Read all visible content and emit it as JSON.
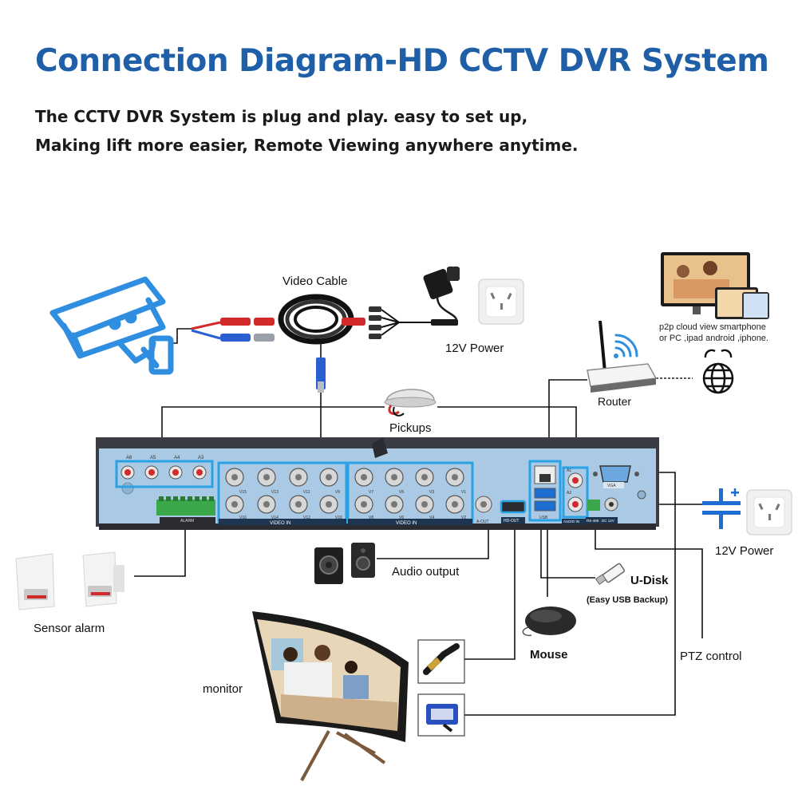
{
  "title": "Connection Diagram-HD CCTV DVR System",
  "subtitle_line1": "The CCTV DVR System is plug and play. easy to set up,",
  "subtitle_line2": "Making lift more easier, Remote Viewing anywhere anytime.",
  "labels": {
    "video_cable": "Video Cable",
    "power_top": "12V Power",
    "p2p_line1": "p2p cloud view smartphone",
    "p2p_line2": "or PC ,ipad android ,iphone.",
    "router": "Router",
    "pickups": "Pickups",
    "power_right": "12V Power",
    "audio_output": "Audio output",
    "udisk": "U-Disk",
    "udisk_note": "(Easy USB Backup)",
    "sensor_alarm": "Sensor alarm",
    "mouse": "Mouse",
    "ptz_control": "PTZ control",
    "monitor": "monitor"
  },
  "dvr_panel": {
    "audio_ports": [
      "A6",
      "A5",
      "A4",
      "A3"
    ],
    "video_in_label_left": "VIDEO IN",
    "video_in_label_right": "VIDEO IN",
    "bnc_left_top": [
      "V15",
      "V13",
      "V11",
      "V9"
    ],
    "bnc_left_bottom": [
      "V16",
      "V14",
      "V12",
      "V10"
    ],
    "bnc_right_top": [
      "V7",
      "V5",
      "V3",
      "V1"
    ],
    "bnc_right_bottom": [
      "V8",
      "V6",
      "V4",
      "V2"
    ],
    "alarm_label": "ALARM",
    "aout_label": "A-OUT",
    "hdmi_label": "HD-OUT",
    "usb_label": "USB",
    "audio_in_label": "AUDIO IN",
    "a1": "A1",
    "a2": "A2",
    "vga_label": "VGA",
    "rs485_label": "RS-485",
    "dc_label": "DC 12V"
  },
  "colors": {
    "title_blue": "#1f5fa8",
    "camera_blue": "#2f8ee0",
    "panel_face": "#a9c9e4",
    "panel_frame": "#3a3d44",
    "port_highlight": "#29a3e6",
    "terminal_green": "#3aa84a",
    "cable_red": "#d22a2a",
    "cable_blue": "#2a5fd2"
  }
}
